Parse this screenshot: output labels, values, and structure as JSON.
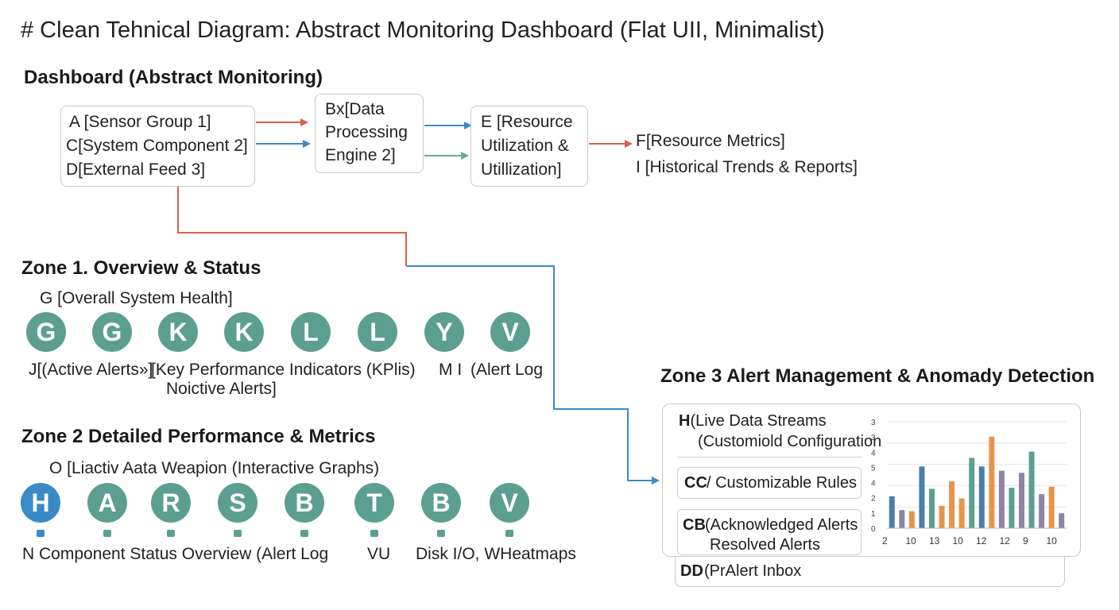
{
  "title": "# Clean Tehnical Diagram: Abstract Monitoring Dashboard (Flat UII, Minimalist)",
  "dashboard_heading": "Dashboard (Abstract Monitoring)",
  "flow": {
    "inputs": [
      "A [Sensor Group 1]",
      "C[System Component 2]",
      "D[External Feed 3]"
    ],
    "processing": [
      "Bx[Data",
      "Processing",
      "Engine 2]"
    ],
    "resource": [
      "E [Resource",
      "Utilization &",
      "Utillization]"
    ],
    "outputs": [
      "F[Resource Metrics]",
      "I [Historical Trends & Reports]"
    ]
  },
  "zone1": {
    "heading": "Zone 1. Overview & Status",
    "subtitle": "G [Overall System Health]",
    "circles": [
      "G",
      "G",
      "K",
      "K",
      "L",
      "L",
      "Y",
      "V"
    ],
    "labels": [
      "J[(Active Alerts»]",
      "[Key Performance Indicators (KPlis)",
      "Noictive Alerts]",
      "M I",
      "(Alert Log"
    ]
  },
  "zone2": {
    "heading": "Zone 2 Detailed Performance & Metrics",
    "subtitle": "O [Liactiv Aata Weapion (Interactive Graphs)",
    "circles": [
      "H",
      "A",
      "R",
      "S",
      "B",
      "T",
      "B",
      "V"
    ],
    "labels": [
      "N Component Status Overview (Alert Log",
      "VU",
      "Disk I/O, WHeatmaps"
    ]
  },
  "zone3": {
    "heading": "Zone 3 Alert Management & Anomady Detection",
    "items": [
      {
        "key": "H",
        "line1": "(Live Data Streams",
        "line2": "(Customiold Configuration"
      },
      {
        "key": "CC",
        "line1": "/ Customizable Rules",
        "line2": ""
      },
      {
        "key": "CB",
        "line1": "(Acknowledged Alerts",
        "line2": "Resolved Alerts"
      },
      {
        "key": "DD",
        "line1": "(PrAlert Inbox",
        "line2": ""
      }
    ]
  },
  "colors": {
    "teal": "#5c9f91",
    "blue": "#3a8ac7",
    "red": "#d9604a",
    "green": "#6aab8e",
    "orange": "#e8944a",
    "purple": "#8d84a6",
    "steel": "#4a7fa8"
  },
  "chart_data": {
    "type": "bar",
    "y_tick_labels": [
      "3",
      "3",
      "4",
      "5",
      "4",
      "2",
      "1",
      "0"
    ],
    "x_tick_labels": [
      "2",
      "10",
      "13",
      "10",
      "12",
      "12",
      "9",
      "10"
    ],
    "bars": [
      {
        "value": 1.5,
        "color": "#4a7fa8"
      },
      {
        "value": 0.85,
        "color": "#8d84a6"
      },
      {
        "value": 0.8,
        "color": "#e8944a"
      },
      {
        "value": 2.9,
        "color": "#4a7fa8"
      },
      {
        "value": 1.85,
        "color": "#5c9f91"
      },
      {
        "value": 1.05,
        "color": "#e8944a"
      },
      {
        "value": 2.2,
        "color": "#e8944a"
      },
      {
        "value": 1.4,
        "color": "#e8944a"
      },
      {
        "value": 3.3,
        "color": "#5c9f91"
      },
      {
        "value": 2.9,
        "color": "#4a7fa8"
      },
      {
        "value": 4.3,
        "color": "#e8944a"
      },
      {
        "value": 2.7,
        "color": "#8d84a6"
      },
      {
        "value": 1.9,
        "color": "#5c9f91"
      },
      {
        "value": 2.6,
        "color": "#8d84a6"
      },
      {
        "value": 3.6,
        "color": "#5c9f91"
      },
      {
        "value": 1.6,
        "color": "#8d84a6"
      },
      {
        "value": 1.95,
        "color": "#e8944a"
      },
      {
        "value": 0.7,
        "color": "#8d84a6"
      }
    ]
  }
}
